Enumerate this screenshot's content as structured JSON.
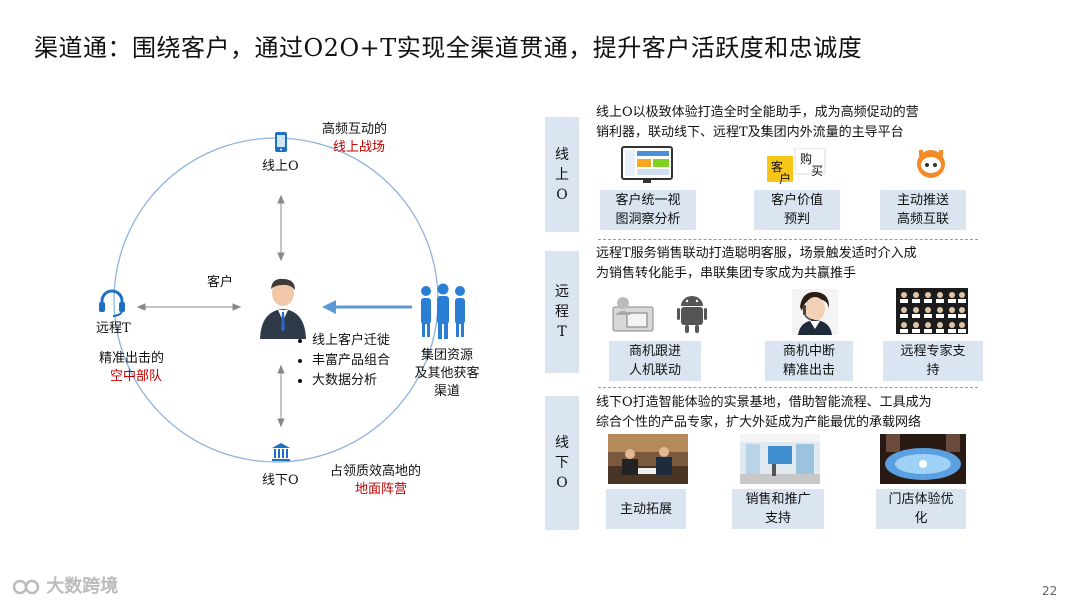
{
  "title": "渠道通：围绕客户，通过O2O+T实现全渠道贯通，提升客户活跃度和忠诚度",
  "diagram": {
    "top_node": {
      "label": "线上O",
      "caption1": "高频互动的",
      "caption2": "线上战场",
      "icon": "smartphone-icon"
    },
    "left_node": {
      "label": "远程T",
      "caption1": "精准出击的",
      "caption2": "空中部队",
      "icon": "headset-icon"
    },
    "bottom_node": {
      "label": "线下O",
      "caption1": "占领质效高地的",
      "caption2": "地面阵营",
      "icon": "bank-building-icon"
    },
    "center": {
      "label": "客户",
      "icon": "businessman-icon"
    },
    "bullets": [
      "线上客户迁徙",
      "丰富产品组合",
      "大数据分析"
    ],
    "group": {
      "label_lines": [
        "集团资源",
        "及其他获客",
        "渠道"
      ],
      "icon": "people-group-icon"
    }
  },
  "sections": [
    {
      "side": [
        "线",
        "上",
        "O"
      ],
      "desc": [
        "线上O以极致体验打造全时全能助手，成为高频促动的营",
        "销利器，联动线下、远程T及集团内外流量的主导平台"
      ],
      "boxes": [
        {
          "lines": [
            "客户统一视",
            "图洞察分析"
          ],
          "icon": "dashboard-screen-icon"
        },
        {
          "lines": [
            "客户价值",
            "预判"
          ],
          "icon": "customer-purchase-icon",
          "icon_text": [
            "客",
            "户",
            "购",
            "买"
          ]
        },
        {
          "lines": [
            "主动推送",
            "高频互联"
          ],
          "icon": "robot-assistant-icon"
        }
      ]
    },
    {
      "side": [
        "远",
        "程",
        "T"
      ],
      "desc": [
        "远程T服务销售联动打造聪明客服，场景触发适时介入成",
        "为销售转化能手，串联集团专家成为共赢推手"
      ],
      "boxes": [
        {
          "lines": [
            "商机跟进",
            "人机联动"
          ],
          "icon": "human-machine-icon"
        },
        {
          "lines": [
            "商机中断",
            "精准出击"
          ],
          "icon": "call-agent-photo-icon"
        },
        {
          "lines": [
            "远程专家支",
            "持"
          ],
          "icon": "expert-grid-icon"
        }
      ]
    },
    {
      "side": [
        "线",
        "下",
        "O"
      ],
      "desc": [
        "线下O打造智能体验的实景基地，借助智能流程、工具成为",
        "综合个性的产品专家，扩大外延成为产能最优的承载网络"
      ],
      "boxes": [
        {
          "lines": [
            "主动拓展"
          ],
          "icon": "meeting-photo-icon"
        },
        {
          "lines": [
            "销售和推广",
            "支持"
          ],
          "icon": "showroom-photo-icon"
        },
        {
          "lines": [
            "门店体验优",
            "化"
          ],
          "icon": "touch-table-photo-icon"
        }
      ]
    }
  ],
  "footer": {
    "logo_text": "大数跨境",
    "page": "22"
  }
}
